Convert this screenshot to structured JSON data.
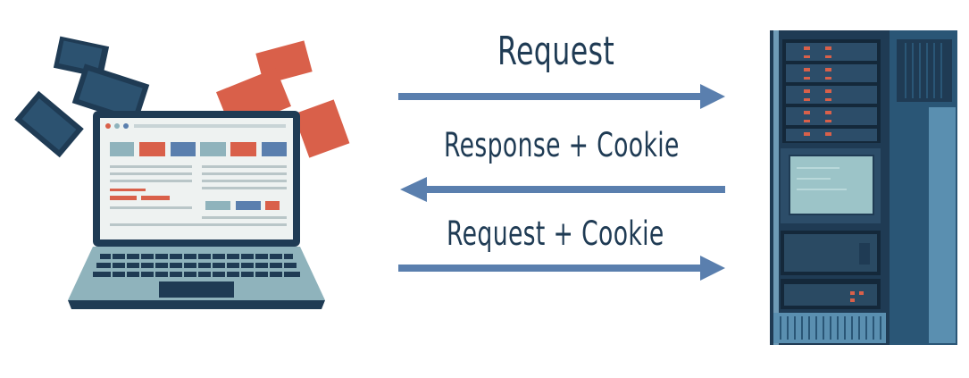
{
  "arrows": [
    {
      "label": "Request",
      "direction": "right"
    },
    {
      "label": "Response + Cookie",
      "direction": "left"
    },
    {
      "label": "Request + Cookie",
      "direction": "right"
    }
  ],
  "colors": {
    "navy": "#1f3b54",
    "arrow": "#5a7fae",
    "coral": "#d9604a",
    "teal": "#8fb3bc",
    "screen": "#eef2f1"
  },
  "icons": [
    "laptop-icon",
    "server-rack-icon",
    "photo-card-icon"
  ]
}
